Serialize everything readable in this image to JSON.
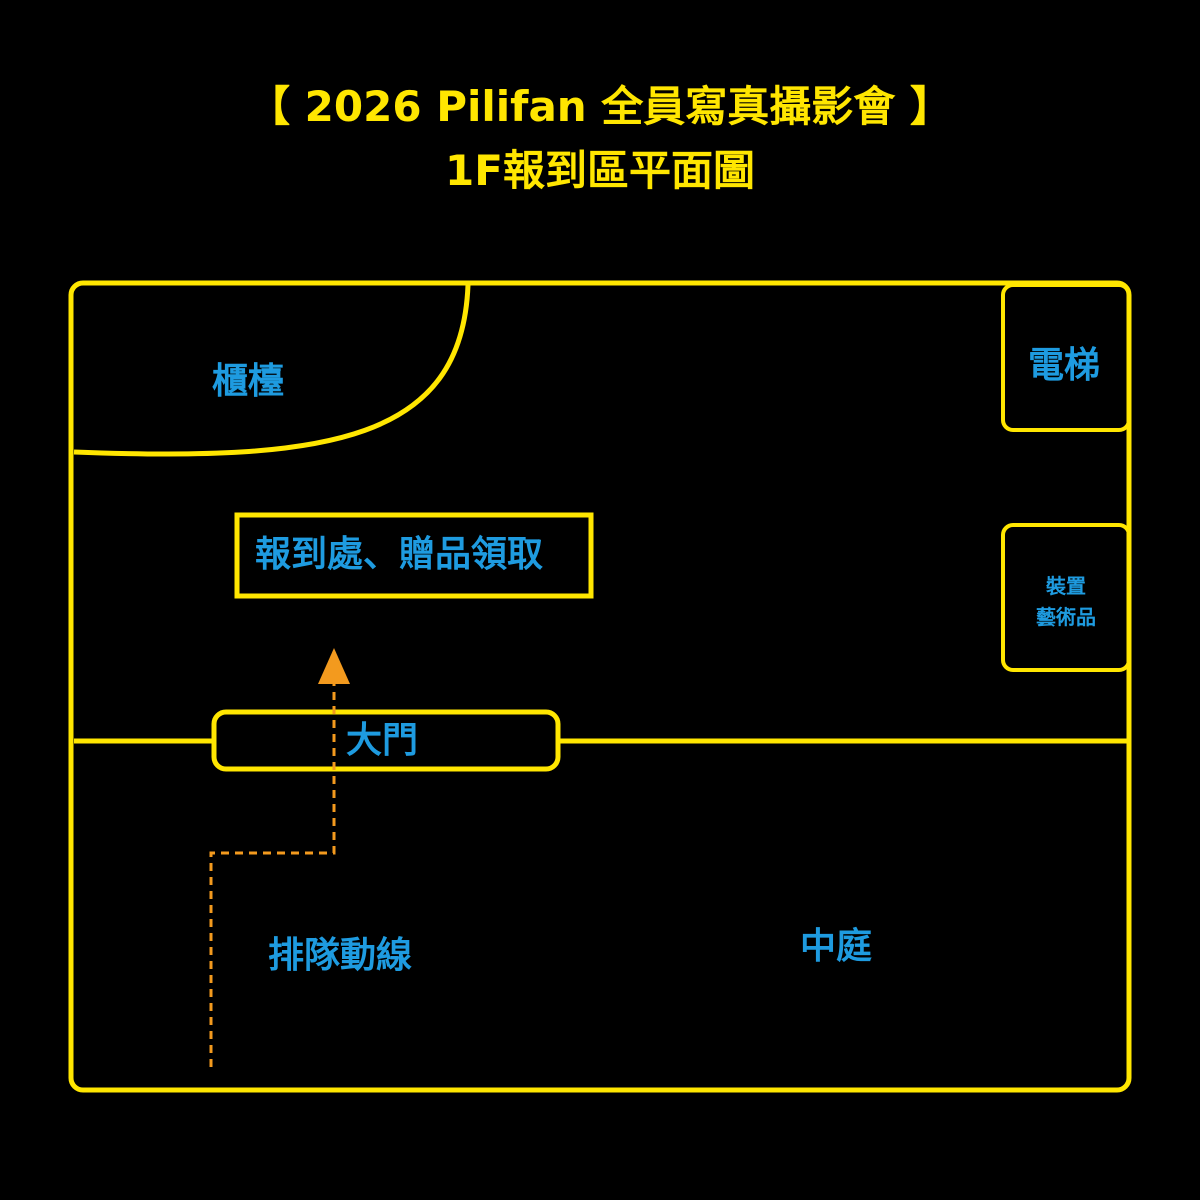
{
  "title": {
    "line1": "【 2026 Pilifan 全員寫真攝影會 】",
    "line2": "1F報到區平面圖"
  },
  "areas": {
    "counter": "櫃檯",
    "elevator": "電梯",
    "checkin": "報到處、贈品領取",
    "art_line1": "裝置",
    "art_line2": "藝術品",
    "gate": "大門",
    "queue": "排隊動線",
    "courtyard": "中庭"
  },
  "colors": {
    "outline": "#FFE600",
    "label": "#1E9BE0",
    "path": "#F39A1E",
    "background": "#000000"
  }
}
